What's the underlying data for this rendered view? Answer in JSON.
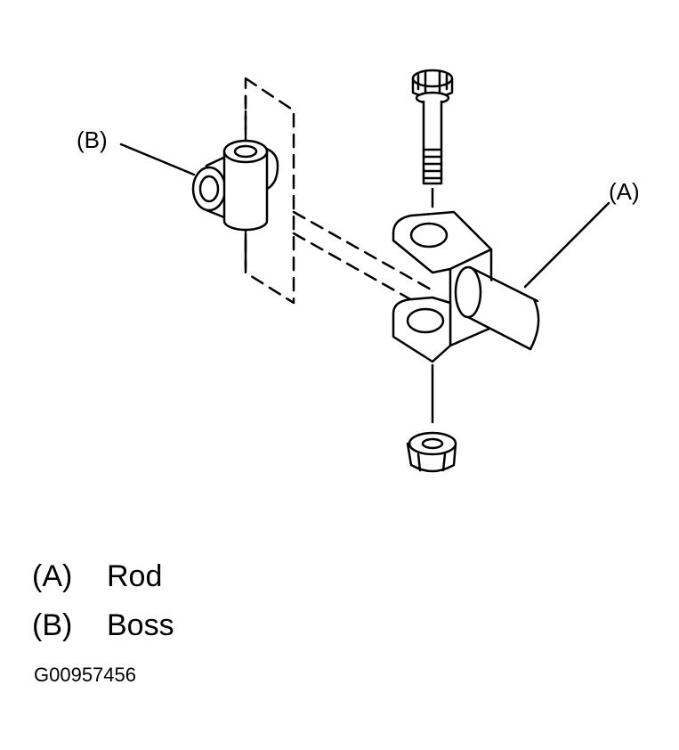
{
  "callouts": {
    "a": "(A)",
    "b": "(B)"
  },
  "legend": [
    {
      "key": "(A)",
      "label": "Rod"
    },
    {
      "key": "(B)",
      "label": "Boss"
    }
  ],
  "figure_id": "G00957456"
}
